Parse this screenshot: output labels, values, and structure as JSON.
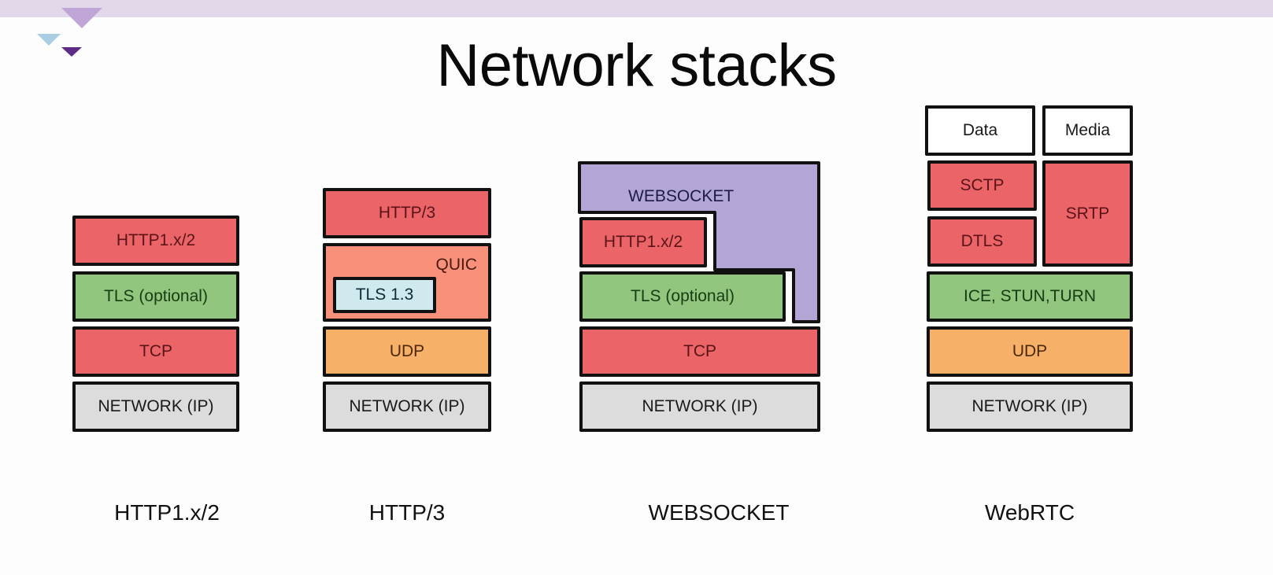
{
  "slide": {
    "title": "Network stacks",
    "decoration_icons": [
      "triangle-large-lavender",
      "triangle-small-lightblue",
      "triangle-small-purple"
    ]
  },
  "colors": {
    "application": "#ea6468",
    "tls": "#92c57e",
    "transport_tcp": "#ea6468",
    "transport_udp": "#f6b067",
    "network": "#dcdcdc",
    "quic": "#f8907a",
    "tls13": "#cfe9ef",
    "websocket": "#b3a6d6",
    "top_bar": "#e3d8ea"
  },
  "stacks": [
    {
      "name": "HTTP1.x/2",
      "layers": {
        "app": "HTTP1.x/2",
        "security": "TLS (optional)",
        "transport": "TCP",
        "network": "NETWORK (IP)"
      }
    },
    {
      "name": "HTTP/3",
      "layers": {
        "app": "HTTP/3",
        "quic": "QUIC",
        "tls": "TLS 1.3",
        "transport": "UDP",
        "network": "NETWORK (IP)"
      }
    },
    {
      "name": "WEBSOCKET",
      "layers": {
        "websocket": "WEBSOCKET",
        "app": "HTTP1.x/2",
        "security": "TLS (optional)",
        "transport": "TCP",
        "network": "NETWORK (IP)"
      }
    },
    {
      "name": "WebRTC",
      "layers": {
        "data": "Data",
        "media": "Media",
        "sctp": "SCTP",
        "dtls": "DTLS",
        "srtp": "SRTP",
        "ice": "ICE, STUN,TURN",
        "transport": "UDP",
        "network": "NETWORK (IP)"
      }
    }
  ]
}
